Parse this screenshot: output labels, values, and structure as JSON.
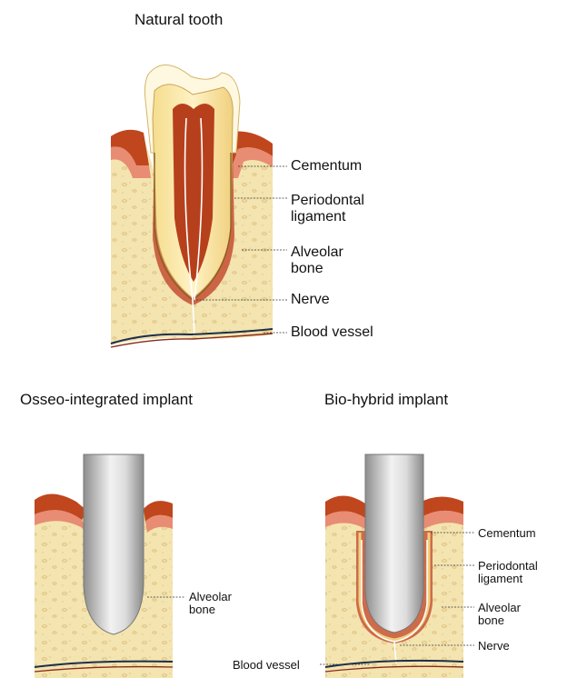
{
  "natural": {
    "title": "Natural tooth",
    "labels": {
      "cementum": "Cementum",
      "pdl_line1": "Periodontal",
      "pdl_line2": "ligament",
      "bone_line1": "Alveolar",
      "bone_line2": "bone",
      "nerve": "Nerve",
      "vessel": "Blood vessel"
    }
  },
  "osseo": {
    "title": "Osseo-integrated implant",
    "labels": {
      "bone_line1": "Alveolar",
      "bone_line2": "bone"
    }
  },
  "biohybrid": {
    "title": "Bio-hybrid implant",
    "labels": {
      "cementum": "Cementum",
      "pdl_line1": "Periodontal",
      "pdl_line2": "ligament",
      "bone_line1": "Alveolar",
      "bone_line2": "bone",
      "nerve": "Nerve",
      "vessel": "Blood vessel"
    }
  },
  "colors": {
    "bone": "#f3e4b0",
    "gum": "#c0461e",
    "gum_light": "#e88c74",
    "enamel": "#fff8e0",
    "dentin": "#f2d58a",
    "pulp": "#b7401c",
    "implant": "#cfcfcf"
  }
}
